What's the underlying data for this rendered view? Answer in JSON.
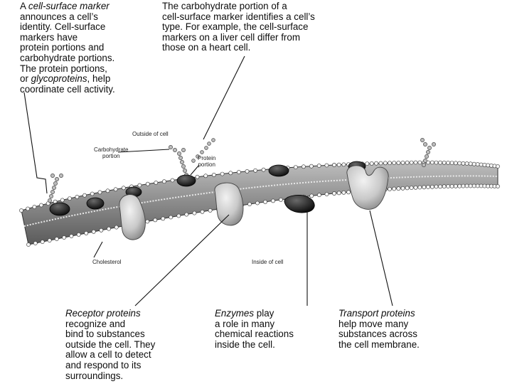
{
  "callouts": {
    "cell_surface_marker": {
      "lines": [
        [
          {
            "t": "A ",
            "i": false
          },
          {
            "t": "cell-surface marker",
            "i": true
          }
        ],
        [
          {
            "t": "announces a cell’s",
            "i": false
          }
        ],
        [
          {
            "t": "identity. Cell-surface",
            "i": false
          }
        ],
        [
          {
            "t": "markers have",
            "i": false
          }
        ],
        [
          {
            "t": "protein portions and",
            "i": false
          }
        ],
        [
          {
            "t": "carbohydrate portions.",
            "i": false
          }
        ],
        [
          {
            "t": "The protein portions,",
            "i": false
          }
        ],
        [
          {
            "t": "or ",
            "i": false
          },
          {
            "t": "glycoproteins",
            "i": true
          },
          {
            "t": ", help",
            "i": false
          }
        ],
        [
          {
            "t": "coordinate cell activity.",
            "i": false
          }
        ]
      ]
    },
    "carbohydrate_portion": {
      "lines": [
        [
          {
            "t": "The carbohydrate portion of a",
            "i": false
          }
        ],
        [
          {
            "t": "cell-surface marker identifies a cell’s",
            "i": false
          }
        ],
        [
          {
            "t": "type. For example, the cell-surface",
            "i": false
          }
        ],
        [
          {
            "t": "markers on a liver cell differ from",
            "i": false
          }
        ],
        [
          {
            "t": "those on a heart cell.",
            "i": false
          }
        ]
      ]
    },
    "receptor_proteins": {
      "lines": [
        [
          {
            "t": "Receptor proteins",
            "i": true
          }
        ],
        [
          {
            "t": "recognize and",
            "i": false
          }
        ],
        [
          {
            "t": "bind to substances",
            "i": false
          }
        ],
        [
          {
            "t": "outside the cell. They",
            "i": false
          }
        ],
        [
          {
            "t": "allow a cell to detect",
            "i": false
          }
        ],
        [
          {
            "t": "and respond to its",
            "i": false
          }
        ],
        [
          {
            "t": "surroundings.",
            "i": false
          }
        ]
      ]
    },
    "enzymes": {
      "lines": [
        [
          {
            "t": "Enzymes",
            "i": true
          },
          {
            "t": " play",
            "i": false
          }
        ],
        [
          {
            "t": "a role in many",
            "i": false
          }
        ],
        [
          {
            "t": "chemical reactions",
            "i": false
          }
        ],
        [
          {
            "t": "inside the cell.",
            "i": false
          }
        ]
      ]
    },
    "transport_proteins": {
      "lines": [
        [
          {
            "t": "Transport proteins",
            "i": true
          }
        ],
        [
          {
            "t": "help move many",
            "i": false
          }
        ],
        [
          {
            "t": "substances across",
            "i": false
          }
        ],
        [
          {
            "t": "the cell membrane.",
            "i": false
          }
        ]
      ]
    }
  },
  "labels": {
    "outside_of_cell": "Outside of cell",
    "carbohydrate_portion_1": "Carbohydrate",
    "carbohydrate_portion_2": "portion",
    "protein_portion_1": "Protein",
    "protein_portion_2": "portion",
    "cholesterol": "Cholesterol",
    "inside_of_cell": "Inside of cell"
  }
}
